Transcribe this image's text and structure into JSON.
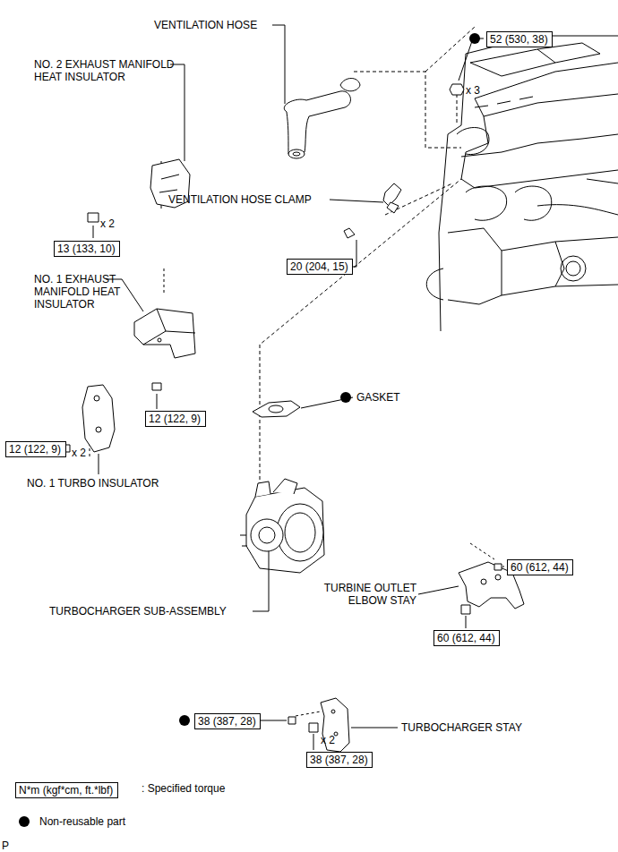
{
  "diagram": {
    "nodes": [
      {
        "text": [
          "52 (530, 38)"
        ]
      },
      {
        "text": [
          "13 (133, 10)"
        ]
      },
      {
        "text": [
          "20 (204, 15)"
        ]
      },
      {
        "text": [
          "12 (122, 9)"
        ]
      },
      {
        "text": [
          "12 (122, 9)"
        ]
      },
      {
        "text": [
          "60 (612, 44)"
        ]
      },
      {
        "text": [
          "60 (612, 44)"
        ]
      },
      {
        "text": [
          "38 (387, 28)"
        ]
      },
      {
        "text": [
          "38 (387, 28)"
        ]
      },
      {
        "text": [
          "N*m (kgf*cm, ft.*lbf)"
        ]
      }
    ],
    "labels": [
      "VENTILATION HOSE",
      "NO. 2 EXHAUST MANIFOLD HEAT INSULATOR",
      "x 2",
      "x 3",
      "VENTILATION HOSE CLAMP",
      "NO. 1 EXHAUST MANIFOLD HEAT INSULATOR",
      "GASKET",
      "x 2",
      "NO. 1 TURBO INSULATOR",
      "TURBOCHARGER SUB-ASSEMBLY",
      "TURBINE OUTLET ELBOW STAY",
      "TURBOCHARGER STAY",
      "x 2",
      "P"
    ],
    "legend": [
      {
        "text": ": Specified torque"
      },
      {
        "text": "Non-reusable part"
      }
    ]
  }
}
